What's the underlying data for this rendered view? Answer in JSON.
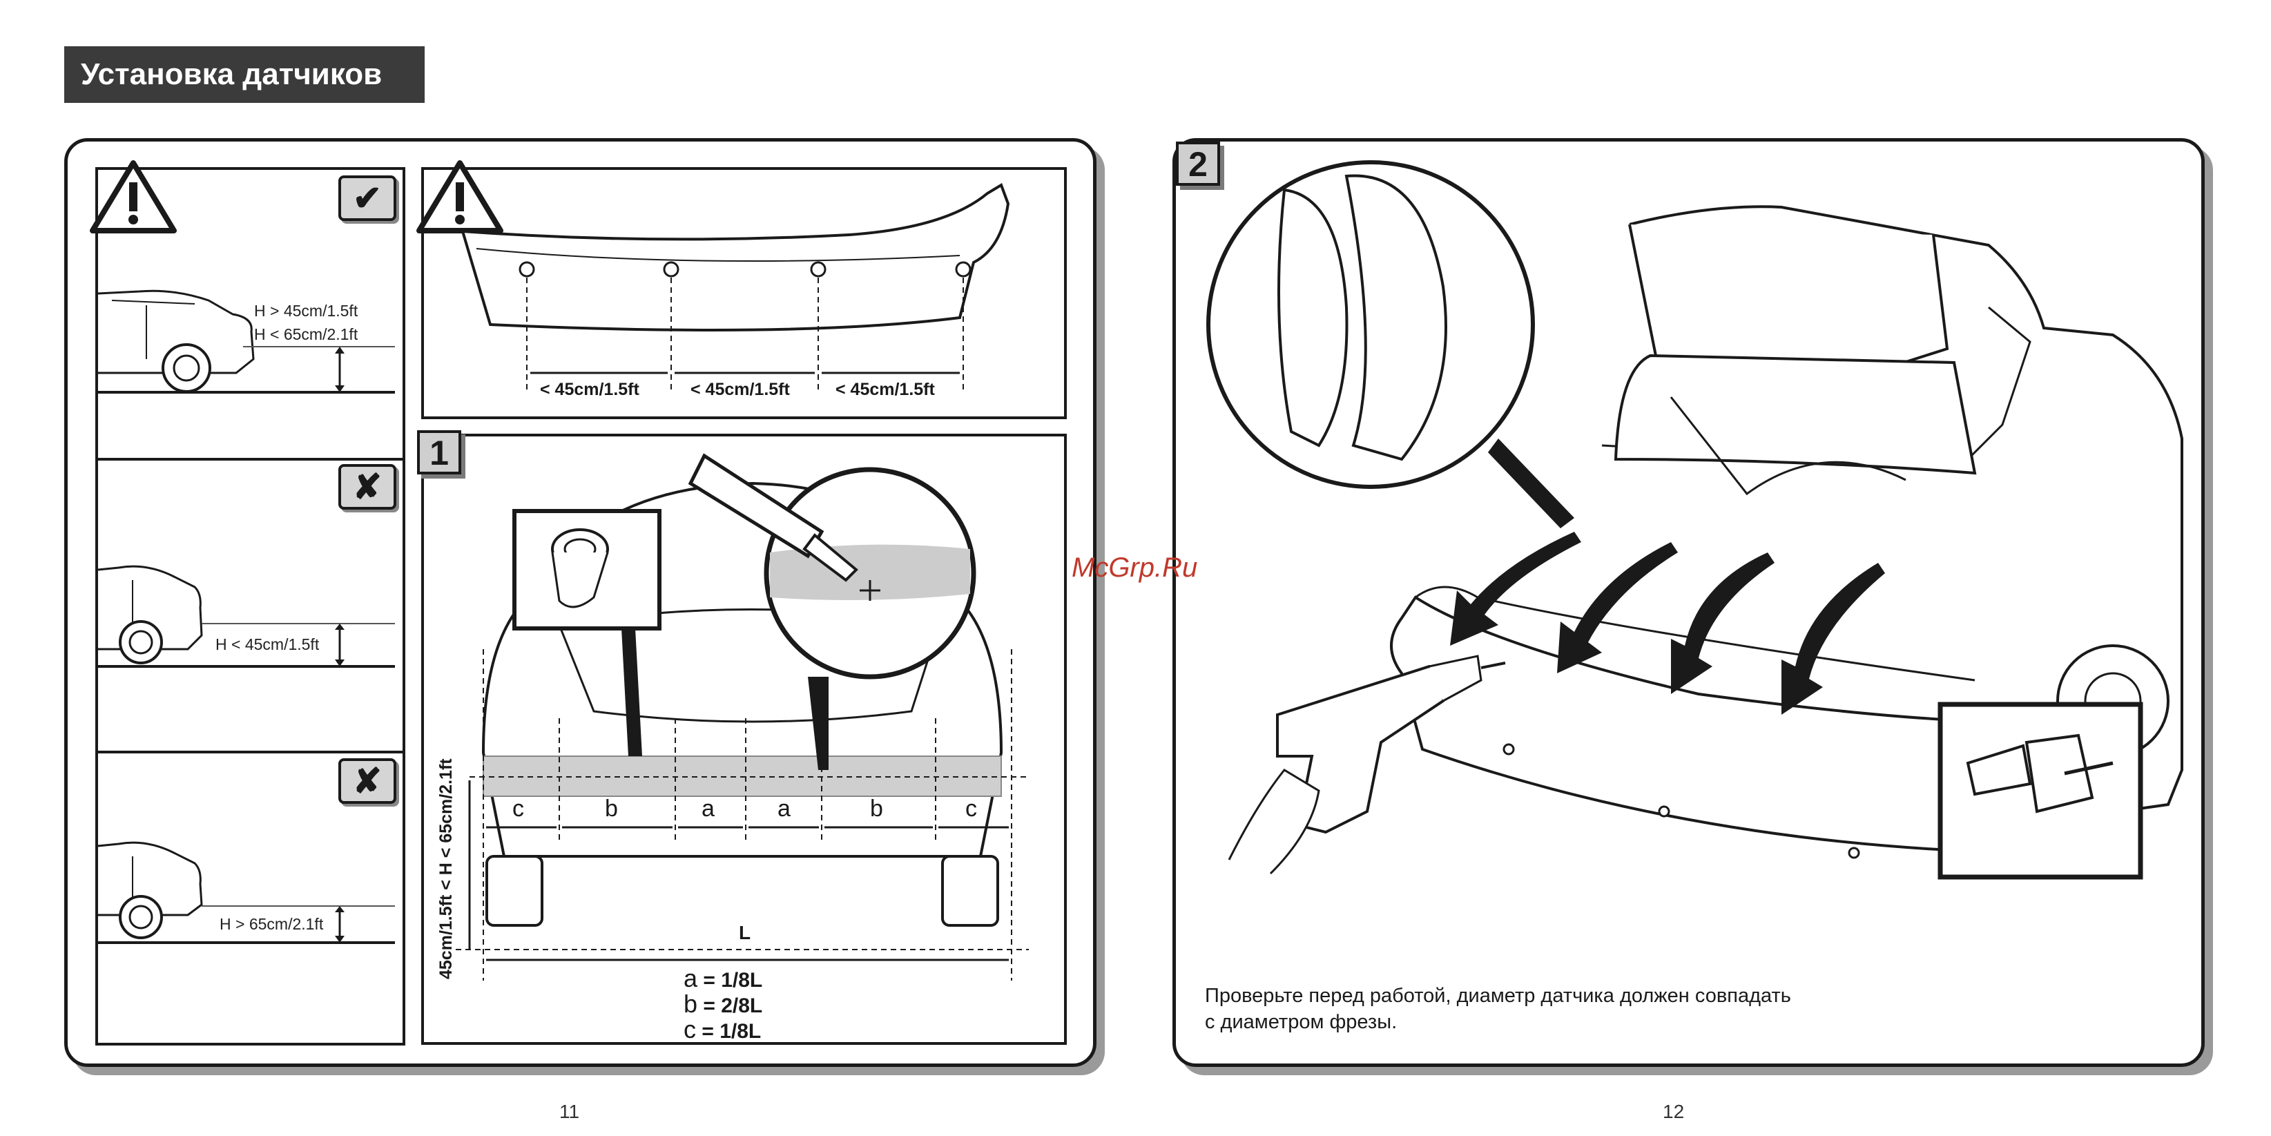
{
  "header": {
    "title": "Установка датчиков"
  },
  "left_page": {
    "heights": {
      "ok": {
        "line1": "H > 45cm/1.5ft",
        "line2": "H < 65cm/2.1ft"
      },
      "low": "H < 45cm/1.5ft",
      "high": "H > 65cm/2.1ft"
    },
    "badges": {
      "ok": "✔",
      "bad": "✘"
    },
    "spacing": [
      "< 45cm/1.5ft",
      "< 45cm/1.5ft",
      "< 45cm/1.5ft"
    ],
    "step1": {
      "number": "1",
      "height_range": "45cm/1.5ft < H < 65cm/2.1ft",
      "segments": [
        "c",
        "b",
        "a",
        "a",
        "b",
        "c"
      ],
      "total": "L",
      "formula": [
        {
          "letter": "a",
          "value": "= 1/8L"
        },
        {
          "letter": "b",
          "value": "= 2/8L"
        },
        {
          "letter": "c",
          "value": "= 1/8L"
        }
      ]
    },
    "page_number": "11"
  },
  "right_page": {
    "step2": {
      "number": "2"
    },
    "caption_line1": "Проверьте перед работой, диаметр датчика должен совпадать",
    "caption_line2": "с диаметром фрезы.",
    "page_number": "12"
  },
  "watermark": "McGrp.Ru"
}
